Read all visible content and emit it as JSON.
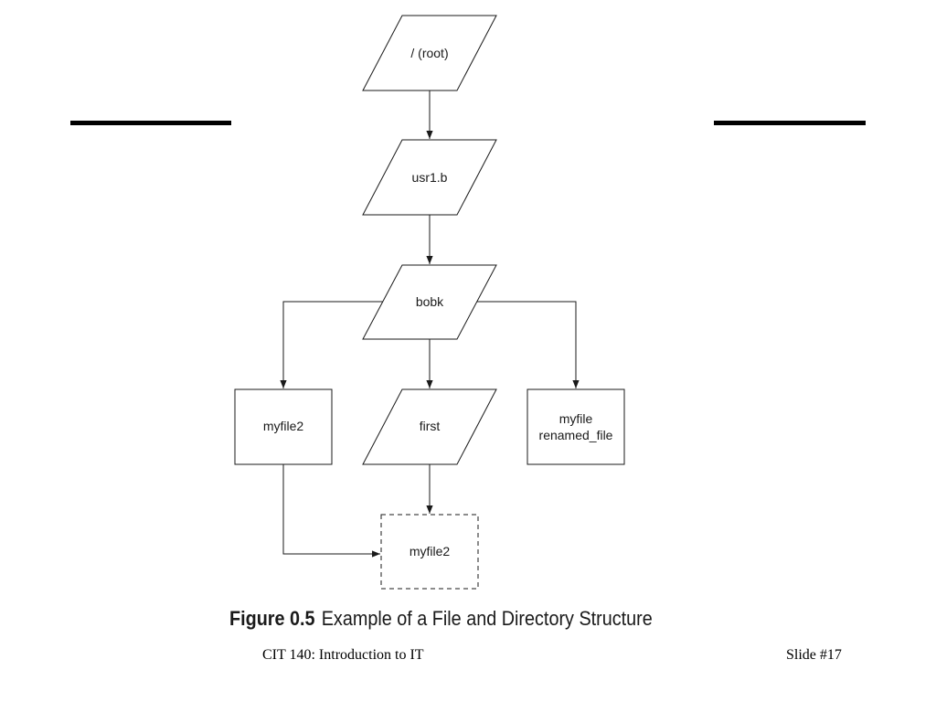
{
  "diagram": {
    "nodes": {
      "root": {
        "label": "/ (root)",
        "shape": "parallelogram"
      },
      "usr": {
        "label": "usr1.b",
        "shape": "parallelogram"
      },
      "bobk": {
        "label": "bobk",
        "shape": "parallelogram"
      },
      "myfile2_left": {
        "label": "myfile2",
        "shape": "rectangle"
      },
      "first": {
        "label": "first",
        "shape": "parallelogram"
      },
      "myfile_right": {
        "label_line1": "myfile",
        "label_line2": "renamed_file",
        "shape": "rectangle"
      },
      "myfile2_bottom": {
        "label": "myfile2",
        "shape": "dashed-rectangle"
      }
    },
    "edges": [
      {
        "from": "root",
        "to": "usr"
      },
      {
        "from": "usr",
        "to": "bobk"
      },
      {
        "from": "bobk",
        "to": "myfile2_left"
      },
      {
        "from": "bobk",
        "to": "first"
      },
      {
        "from": "bobk",
        "to": "myfile_right"
      },
      {
        "from": "first",
        "to": "myfile2_bottom"
      },
      {
        "from": "myfile2_left",
        "to": "myfile2_bottom"
      }
    ]
  },
  "caption": {
    "label": "Figure 0.5",
    "text": "Example of a File and Directory Structure"
  },
  "footer": {
    "course": "CIT 140: Introduction to IT",
    "slide": "Slide #17"
  }
}
